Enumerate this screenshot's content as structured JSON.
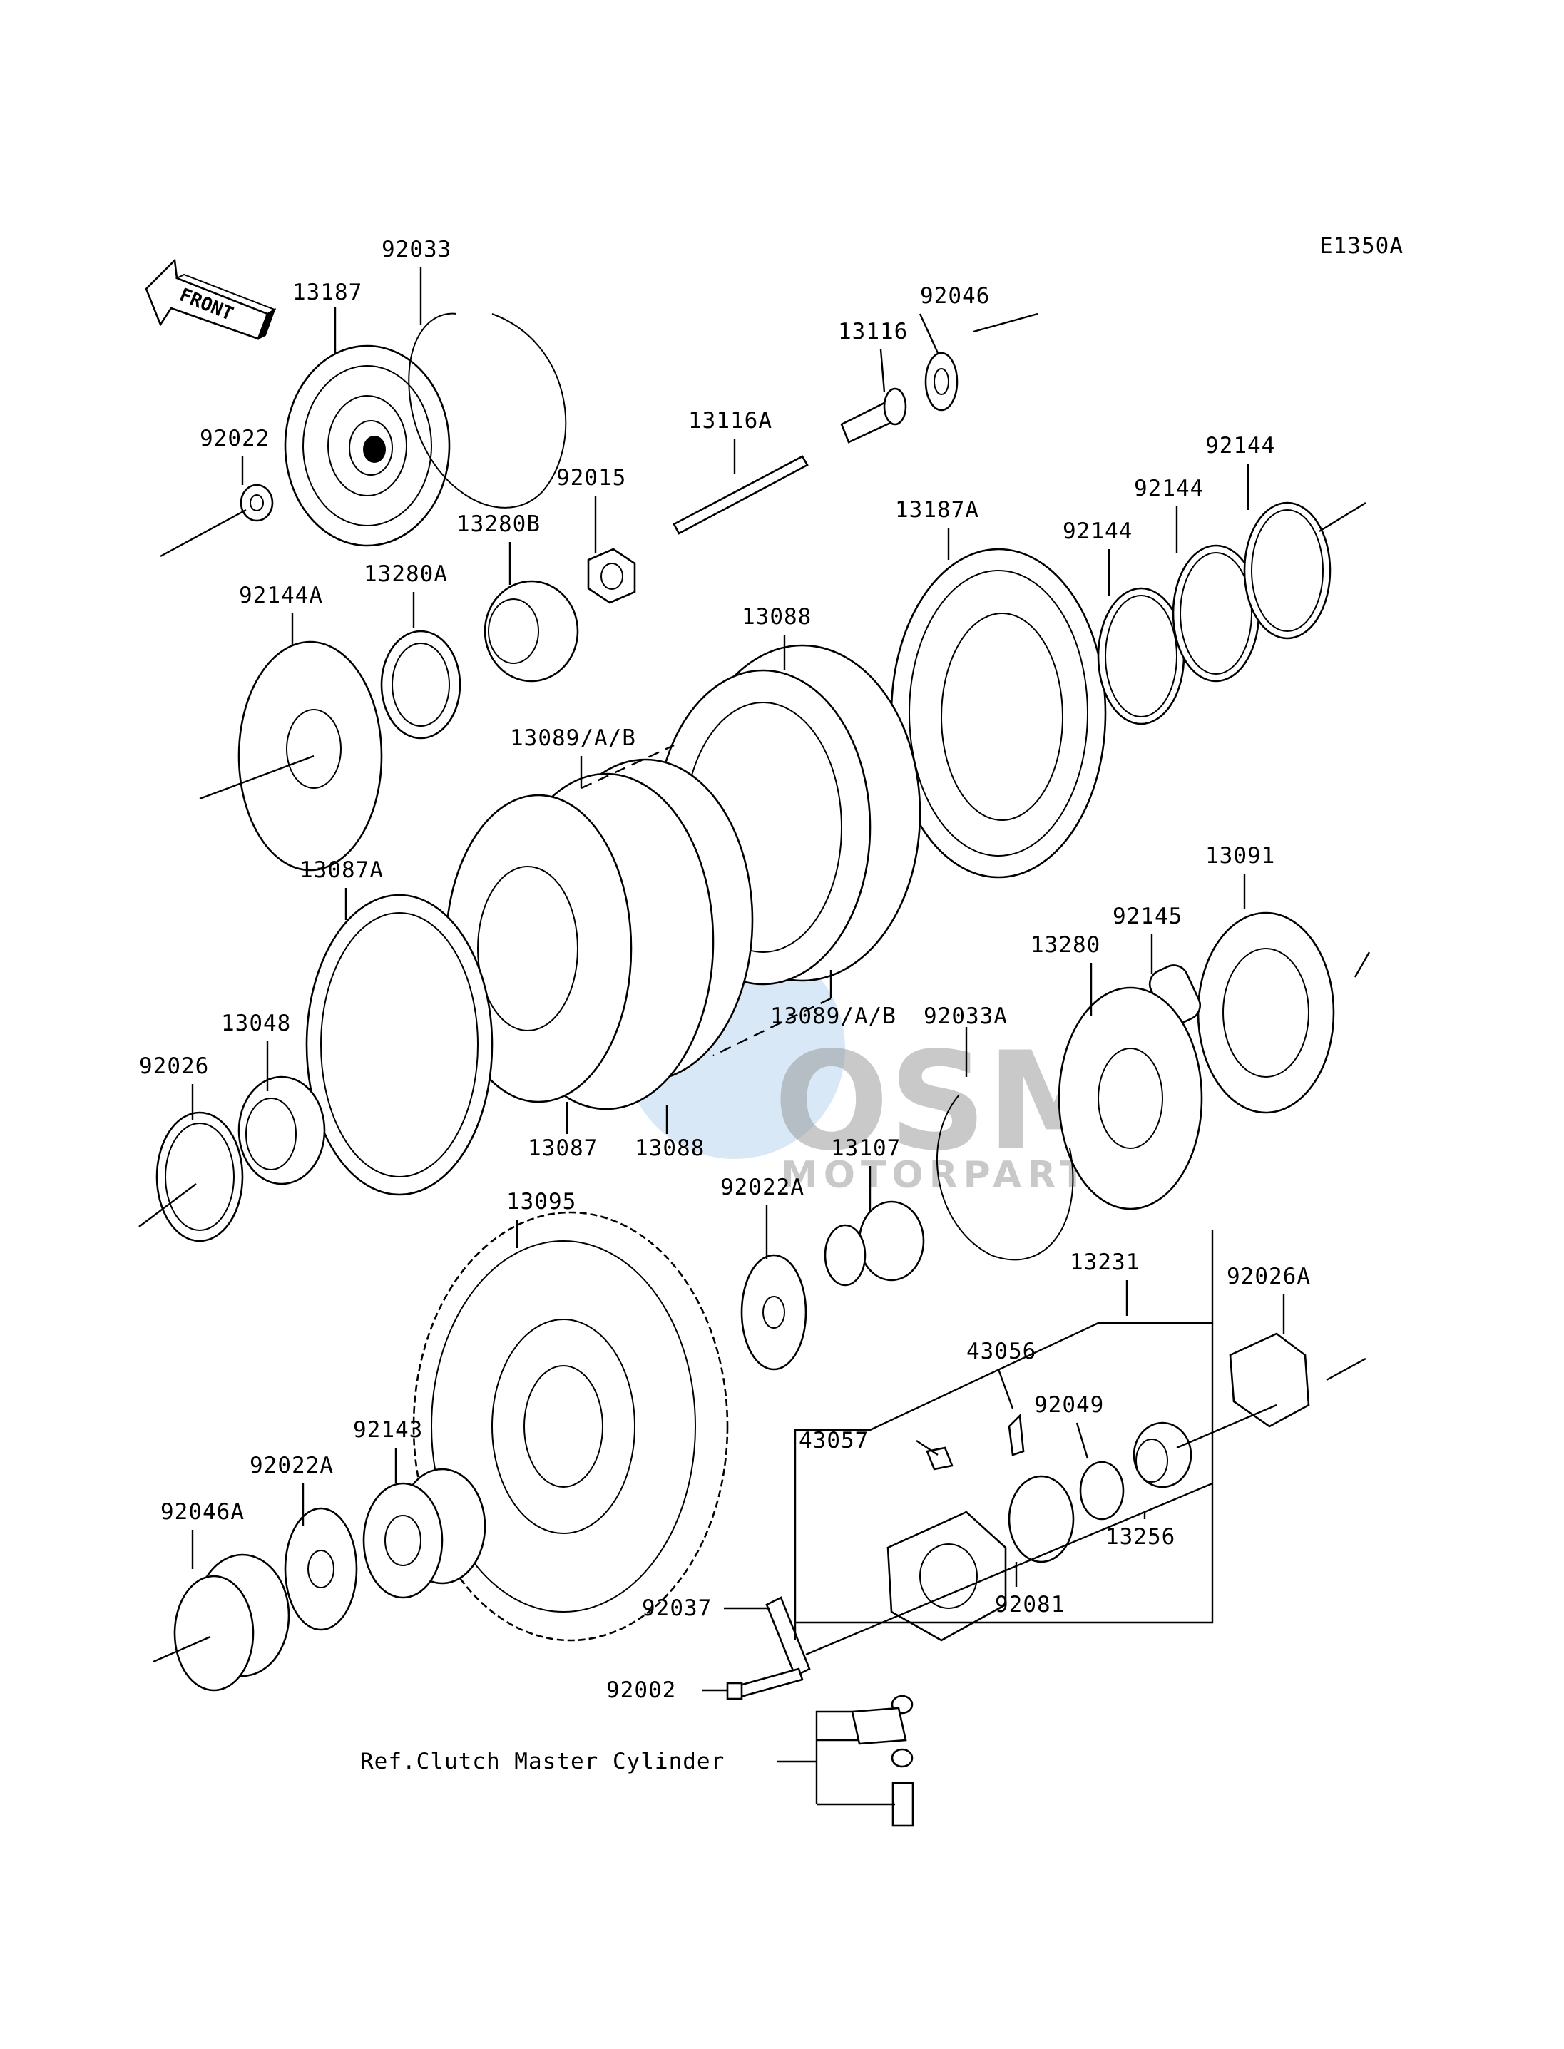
{
  "diagram": {
    "code": "E1350A",
    "front_label": "FRONT",
    "watermark": {
      "brand": "OSM",
      "tagline": "MOTORPARTS"
    },
    "ref_note": "Ref.Clutch Master Cylinder",
    "labels": {
      "p13187": "13187",
      "p92033": "92033",
      "p92022": "92022",
      "p92046": "92046",
      "p13116": "13116",
      "p13116A": "13116A",
      "p92015": "92015",
      "p13280B": "13280B",
      "p13280A": "13280A",
      "p92144A": "92144A",
      "p13187A": "13187A",
      "p92144_a": "92144",
      "p92144_b": "92144",
      "p92144_c": "92144",
      "p13088_top": "13088",
      "p13089_top": "13089/A/B",
      "p13087A": "13087A",
      "p13091": "13091",
      "p92145": "92145",
      "p13280": "13280",
      "p13048": "13048",
      "p92026": "92026",
      "p13089_mid": "13089/A/B",
      "p92033A": "92033A",
      "p13087": "13087",
      "p13088_low": "13088",
      "p13107": "13107",
      "p13095": "13095",
      "p92022A_top": "92022A",
      "p13231": "13231",
      "p92026A": "92026A",
      "p43056": "43056",
      "p92049": "92049",
      "p43057": "43057",
      "p92143": "92143",
      "p92022A_low": "92022A",
      "p92046A": "92046A",
      "p13256": "13256",
      "p92081": "92081",
      "p92037": "92037",
      "p92002": "92002"
    }
  }
}
